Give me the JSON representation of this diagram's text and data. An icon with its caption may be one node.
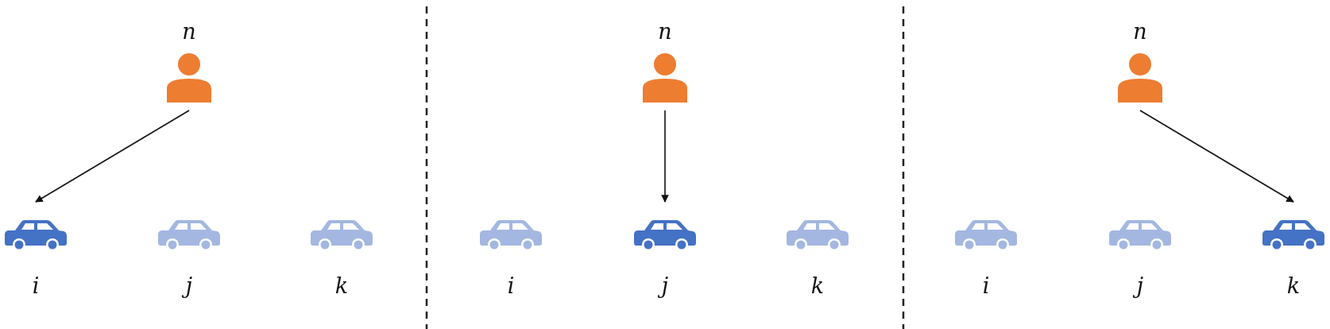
{
  "diagram": {
    "nodes": [
      {
        "text": [
          "n"
        ]
      },
      {
        "text": [
          "i"
        ]
      },
      {
        "text": [
          "j"
        ]
      },
      {
        "text": [
          "k"
        ]
      },
      {
        "text": [
          "n"
        ]
      },
      {
        "text": [
          "i"
        ]
      },
      {
        "text": [
          "j"
        ]
      },
      {
        "text": [
          "k"
        ]
      },
      {
        "text": [
          "n"
        ]
      },
      {
        "text": [
          "i"
        ]
      },
      {
        "text": [
          "j"
        ]
      },
      {
        "text": [
          "k"
        ]
      }
    ],
    "edges": [
      {
        "from": 0,
        "to": 1,
        "arrow": "to"
      },
      {
        "from": 4,
        "to": 6,
        "arrow": "to"
      },
      {
        "from": 8,
        "to": 11,
        "arrow": "to"
      }
    ]
  }
}
